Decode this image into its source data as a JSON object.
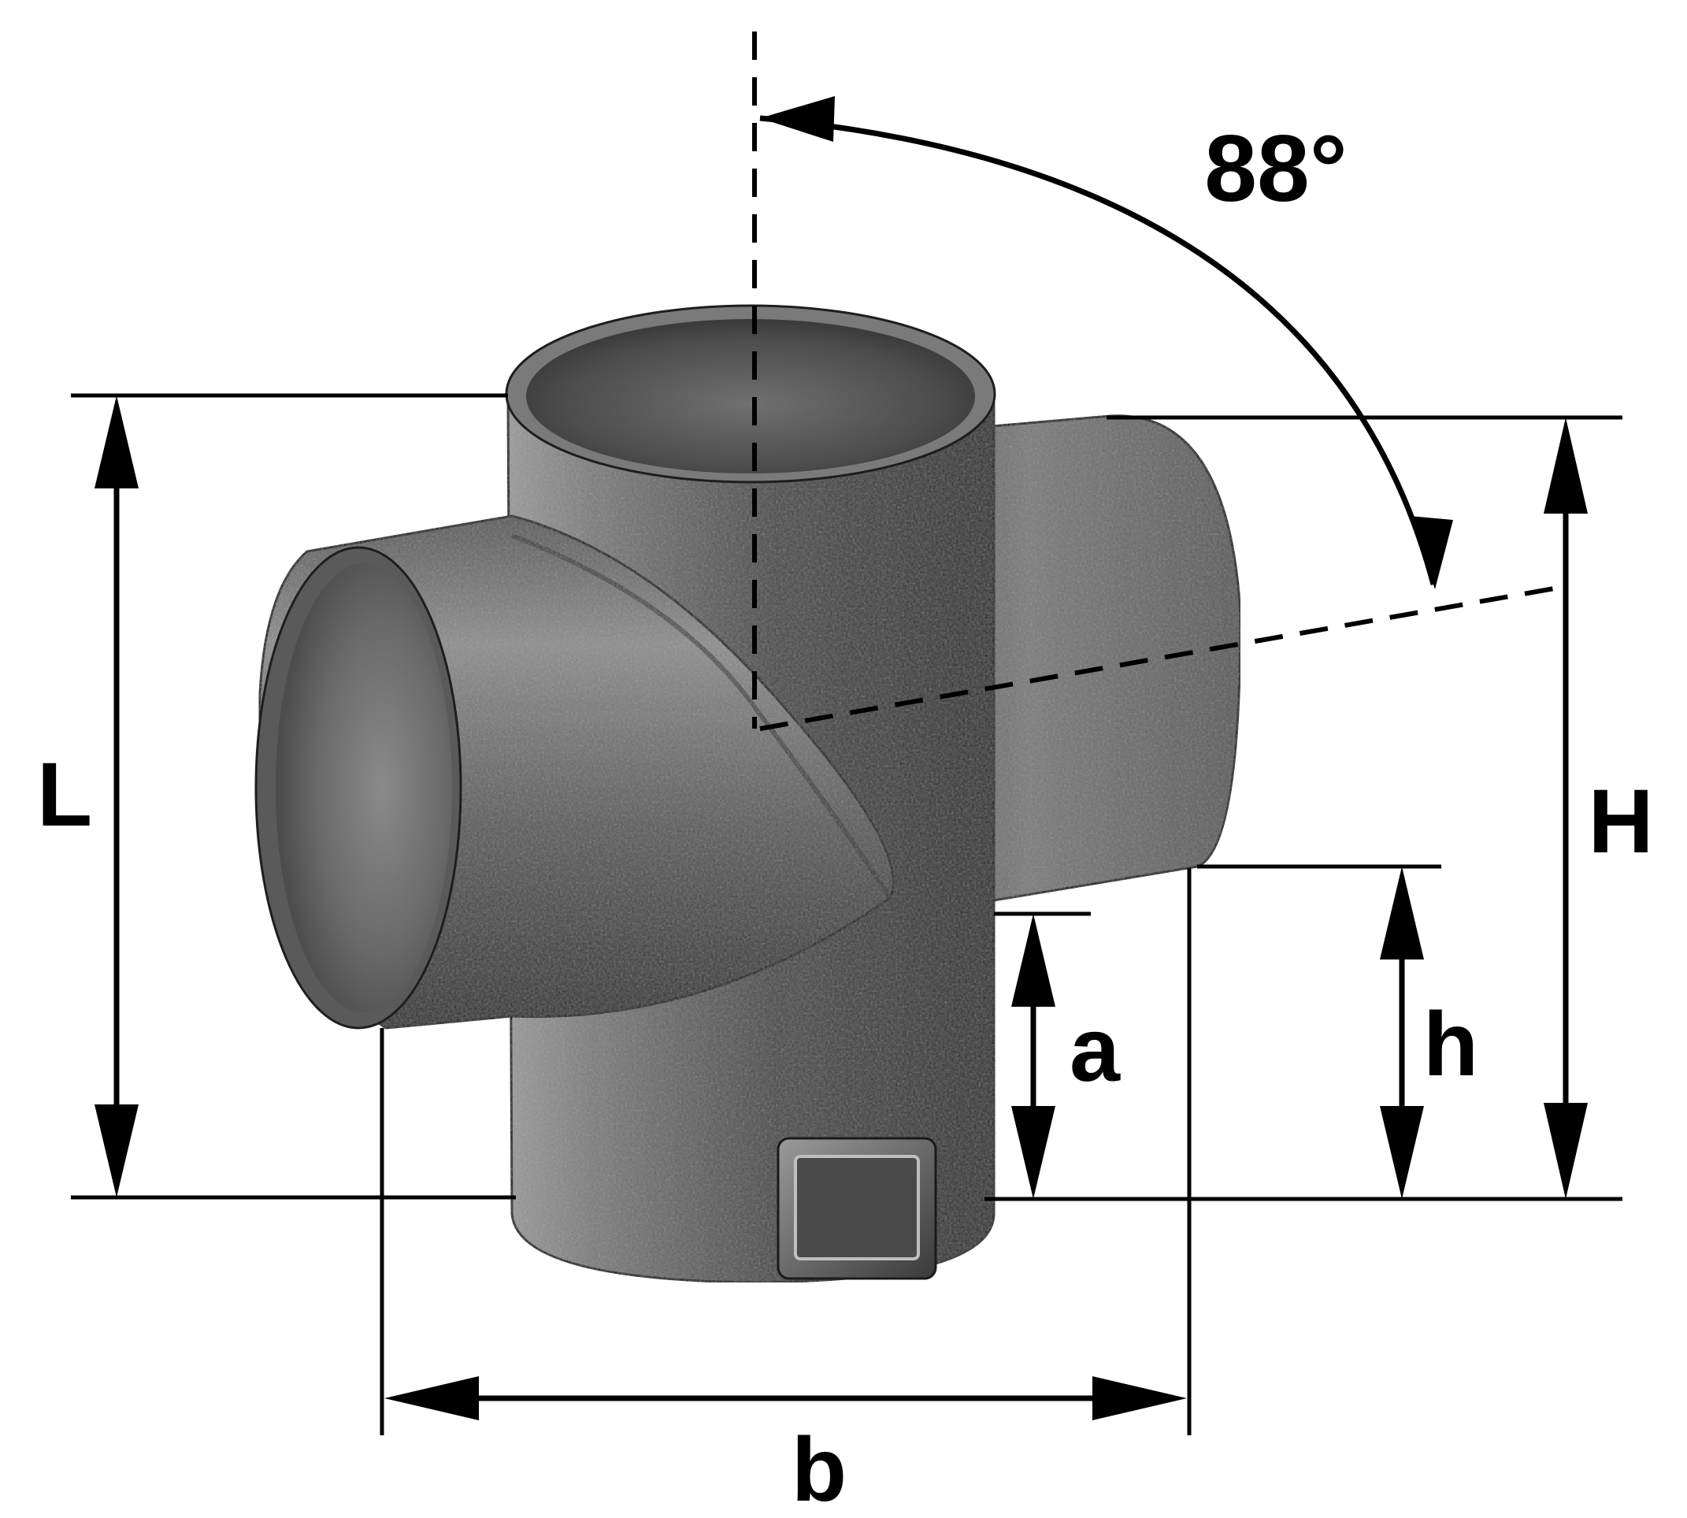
{
  "diagram": {
    "angle_label": "88°",
    "dimensions": {
      "L": "L",
      "H": "H",
      "h": "h",
      "a": "a",
      "b": "b"
    }
  },
  "colors": {
    "line": "#000000",
    "metal_dark": "#2b2b2b",
    "metal_mid": "#6a6a6a",
    "metal_light": "#a8a8a8",
    "background": "#ffffff"
  }
}
